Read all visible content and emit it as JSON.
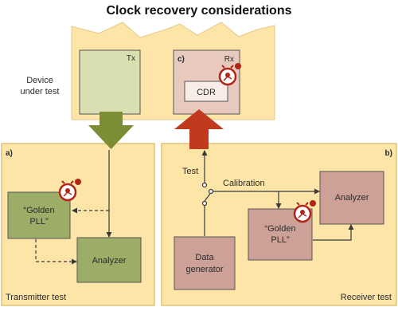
{
  "title": "Clock recovery considerations",
  "dut": {
    "label_line1": "Device",
    "label_line2": "under test",
    "tx_label": "Tx",
    "rx_label": "Rx",
    "rx_tag": "c)",
    "cdr_label": "CDR"
  },
  "transmitter_panel": {
    "tag": "a)",
    "footer": "Transmitter test",
    "golden_pll_line1": "“Golden",
    "golden_pll_line2": "PLL”",
    "analyzer": "Analyzer"
  },
  "receiver_panel": {
    "tag": "b)",
    "footer": "Receiver test",
    "test_label": "Test",
    "calibration_label": "Calibration",
    "analyzer": "Analyzer",
    "golden_pll_line1": "“Golden",
    "golden_pll_line2": "PLL”",
    "data_generator_line1": "Data",
    "data_generator_line2": "generator"
  },
  "colors": {
    "panel_fill": "#fde5a8",
    "panel_border": "#e2c27c",
    "tx_box": "#d9dfb0",
    "green_box": "#9cad68",
    "rx_box": "#e8c9bd",
    "cdr_box": "#f8ece6",
    "mauve_box": "#cda198",
    "green_arrow": "#7b8e33",
    "red_arrow": "#c23a1e"
  },
  "icons": [
    "clock-icon",
    "arrow-down-icon",
    "arrow-up-icon",
    "switch-icon"
  ]
}
